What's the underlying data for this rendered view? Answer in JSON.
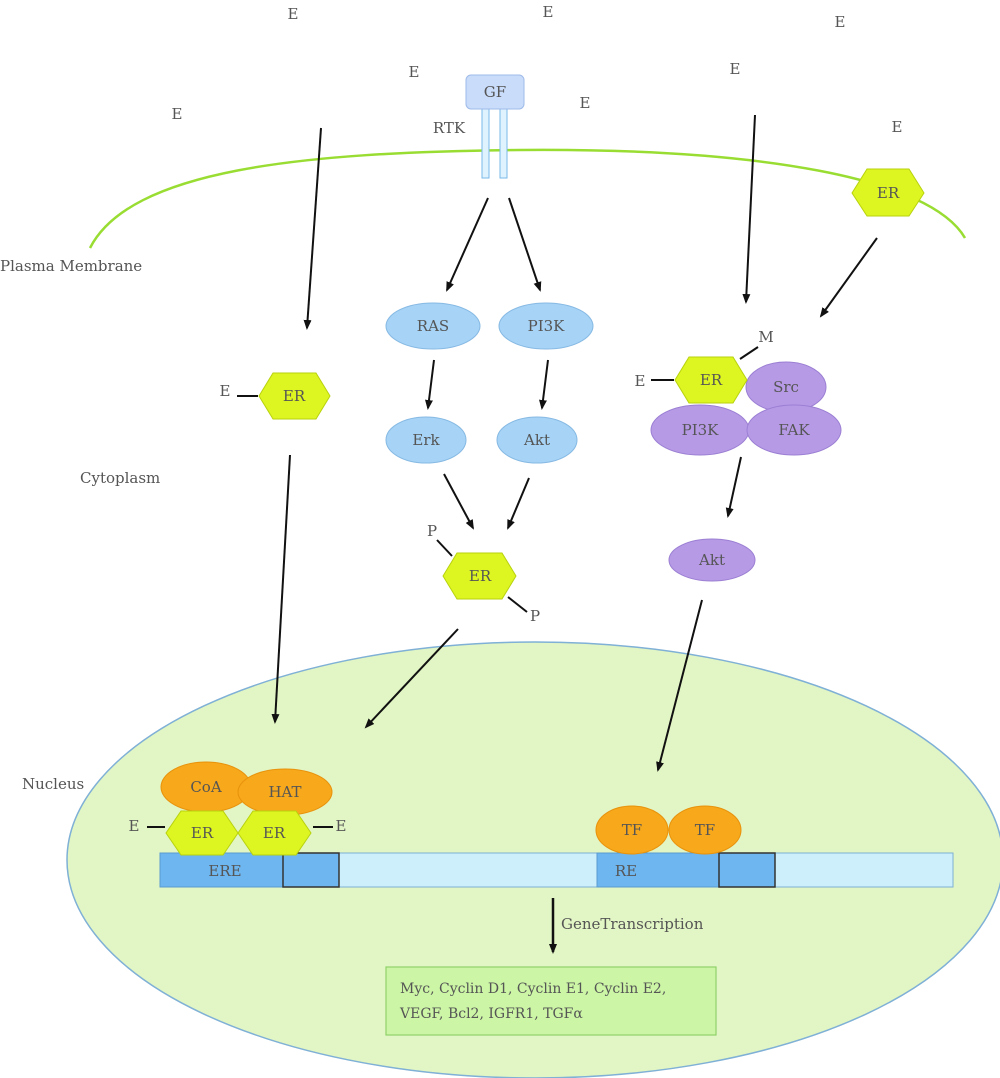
{
  "colors": {
    "membrane": "#99dd33",
    "nucleus_fill": "#e2f5c4",
    "nucleus_stroke": "#7fb0d6",
    "er_hex": "#ddf520",
    "er_hex_stroke": "#b8d20e",
    "blue_node": "#a6d3f6",
    "blue_node_stroke": "#86b9e3",
    "purple_node": "#b79ae6",
    "purple_node_stroke": "#9b7fd3",
    "orange_node": "#f7a81b",
    "orange_node_stroke": "#e8920c",
    "dna_light": "#cdeefb",
    "dna_dark": "#6eb6f0",
    "gf_fill": "#c9dcfa",
    "genes_box_fill": "#ccf5a6",
    "genes_box_stroke": "#8fd36a",
    "arrow": "#111111"
  },
  "labels": {
    "estrogen": "E",
    "plasma_membrane": "Plasma Membrane",
    "cytoplasm": "Cytoplasm",
    "nucleus": "Nucleus",
    "rtk": "RTK",
    "gf": "GF",
    "er": "ER",
    "ras": "RAS",
    "pi3k": "PI3K",
    "erk": "Erk",
    "akt": "Akt",
    "phospho": "P",
    "m": "M",
    "src": "Src",
    "fak": "FAK",
    "coa": "CoA",
    "hat": "HAT",
    "tf": "TF",
    "ere": "ERE",
    "re": "RE",
    "gene_transcription": "GeneTranscription",
    "genes_line1": "Myc, Cyclin D1, Cyclin E1, Cyclin E2,",
    "genes_line2": "VEGF, Bcl2, IGFR1, TGFα"
  }
}
